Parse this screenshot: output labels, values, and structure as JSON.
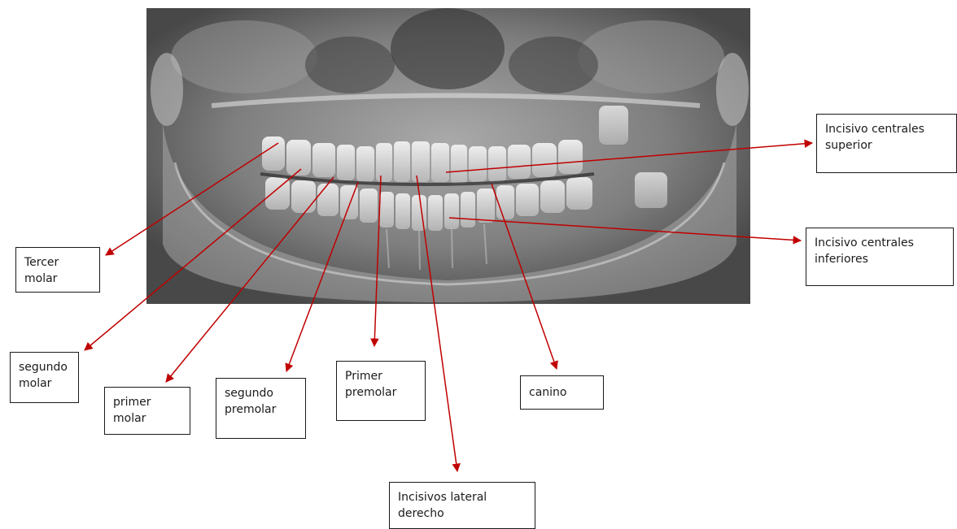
{
  "xray": {
    "description_icon": "panoramic-dental-xray"
  },
  "arrow_color": "#c00000",
  "labels": [
    {
      "id": "incisivo-centrales-superior",
      "lines": [
        "Incisivo centrales",
        "superior"
      ]
    },
    {
      "id": "incisivo-centrales-inferiores",
      "lines": [
        "Incisivo centrales",
        "inferiores"
      ]
    },
    {
      "id": "tercer-molar",
      "lines": [
        "Tercer",
        "molar"
      ]
    },
    {
      "id": "segundo-molar",
      "lines": [
        "segundo",
        "molar"
      ]
    },
    {
      "id": "primer-molar",
      "lines": [
        "primer",
        "molar"
      ]
    },
    {
      "id": "segundo-premolar",
      "lines": [
        "segundo",
        "premolar"
      ]
    },
    {
      "id": "primer-premolar",
      "lines": [
        "Primer",
        "premolar"
      ]
    },
    {
      "id": "canino",
      "lines": [
        "canino"
      ]
    },
    {
      "id": "incisivos-lateral-derecho",
      "lines": [
        "Incisivos lateral",
        "derecho"
      ]
    }
  ]
}
